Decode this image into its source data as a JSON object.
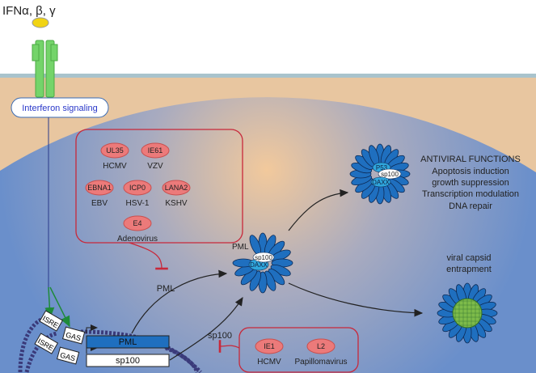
{
  "ligand": "IFNα, β, γ",
  "signaling_label": "Interferon signaling",
  "inhibitors_box": {
    "proteins": [
      {
        "name": "UL35",
        "virus": "HCMV"
      },
      {
        "name": "IE61",
        "virus": "VZV"
      },
      {
        "name": "EBNA1",
        "virus": "EBV"
      },
      {
        "name": "ICP0",
        "virus": "HSV-1"
      },
      {
        "name": "LANA2",
        "virus": "KSHV"
      },
      {
        "name": "E4",
        "virus": "Adenovirus"
      }
    ],
    "target": "PML"
  },
  "inhibitors_box2": {
    "proteins": [
      {
        "name": "IE1",
        "virus": "HCMV"
      },
      {
        "name": "L2",
        "virus": "Papillomavirus"
      }
    ],
    "target": "sp100"
  },
  "promoters": [
    "ISRE",
    "GAS",
    "ISRE",
    "GAS"
  ],
  "genes": [
    "PML",
    "sp100"
  ],
  "body_labels": {
    "pml": "PML",
    "sp100": "sp100",
    "daxx": "DAXX",
    "p53": "P53"
  },
  "antiviral": {
    "title": "ANTIVIRAL FUNCTIONS",
    "items": [
      "Apoptosis induction",
      "growth suppression",
      "Transcription modulation",
      "DNA repair"
    ]
  },
  "capsid": [
    "viral capsid",
    "entrapment"
  ],
  "colors": {
    "nucleus": "#6a8fcb",
    "cytoplasm": "#e8c6a0",
    "petal": "#1f6fbf",
    "viral_protein": "#ec7a7a",
    "box": "#c8283a",
    "green_arrow": "#1f8a3a"
  }
}
